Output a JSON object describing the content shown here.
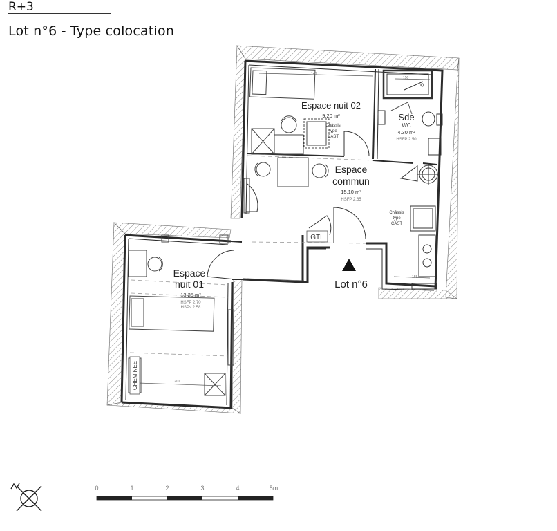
{
  "header": {
    "level": "R+3",
    "title": "Lot  n°6 - Type colocation"
  },
  "rooms": {
    "espace_nuit_02": {
      "name": "Espace nuit 02",
      "area": "9.20 m²"
    },
    "sde": {
      "name": "Sde",
      "sub": "WC",
      "area": "4.30 m²",
      "hsfp": "HSFP 2.50"
    },
    "espace_commun": {
      "line1": "Espace",
      "line2": "commun",
      "area": "15.10 m²",
      "hsfp": "HSFP 2.65"
    },
    "espace_nuit_01": {
      "line1": "Espace",
      "line2": "nuit 01",
      "area": "13.25 m²",
      "hsfp": "HSFP 2.70",
      "hsp": "HSPs 2.58"
    }
  },
  "annotations": {
    "chassis_a": [
      "Châssis",
      "type",
      "CAST"
    ],
    "chassis_b": [
      "Châssis",
      "type",
      "CAST"
    ],
    "gtl": "GTL",
    "cheminee": "CHEMINEE",
    "lot_label": "Lot n°6",
    "dim_140": "140",
    "dim_150": "150",
    "dim_200": "200",
    "dim_155": "155"
  },
  "scale_bar": {
    "ticks": [
      "0",
      "1",
      "2",
      "3",
      "4",
      "5m"
    ]
  },
  "colors": {
    "wall": "#2b2b2b",
    "hatch": "#8a8a8a",
    "thin": "#555555",
    "dash": "#9a9a9a"
  },
  "icons": [
    "north-arrow-icon",
    "entrance-triangle-icon"
  ]
}
